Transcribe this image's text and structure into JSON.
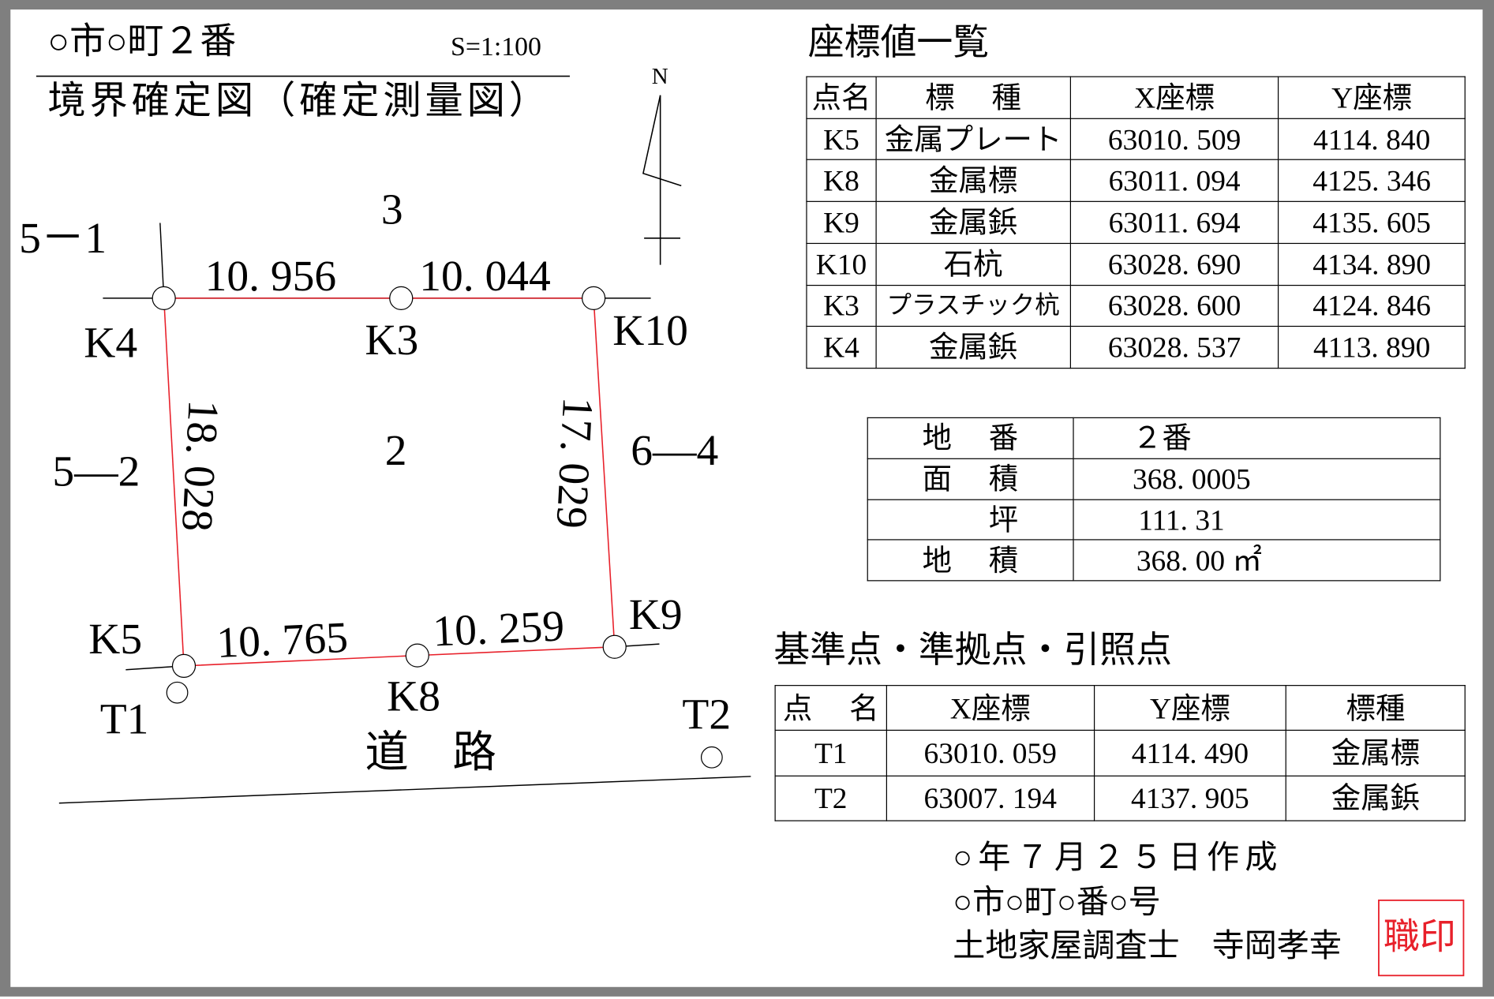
{
  "header": {
    "title": "○市○町２番",
    "scale": "S=1:100",
    "subtitle": "境界確定図（確定測量図）"
  },
  "north_label": "N",
  "plot": {
    "lots": {
      "north": "3",
      "west_upper": "5－1",
      "west": "5—2",
      "east": "6—4",
      "center": "2",
      "road": "道　路"
    },
    "points": {
      "K4": "K4",
      "K3": "K3",
      "K10": "K10",
      "K9": "K9",
      "K8": "K8",
      "K5": "K5",
      "T1": "T1",
      "T2": "T2"
    },
    "distances": {
      "k4_k3": "10. 956",
      "k3_k10": "10. 044",
      "k5_k8": "10. 765",
      "k8_k9": "10. 259",
      "k4_k5": "18. 028",
      "k10_k9": "17. 029"
    }
  },
  "coord_table": {
    "title": "座標値一覧",
    "headers": [
      "点名",
      "標　 種",
      "X座標",
      "Y座標"
    ],
    "rows": [
      [
        "K5",
        "金属プレート",
        "63010. 509",
        "4114. 840"
      ],
      [
        "K8",
        "金属標",
        "63011. 094",
        "4125. 346"
      ],
      [
        "K9",
        "金属鋲",
        "63011. 694",
        "4135. 605"
      ],
      [
        "K10",
        "石杭",
        "63028. 690",
        "4134. 890"
      ],
      [
        "K3",
        "プラスチック杭",
        "63028. 600",
        "4124. 846"
      ],
      [
        "K4",
        "金属鋲",
        "63028. 537",
        "4113. 890"
      ]
    ]
  },
  "area_table": {
    "rows": [
      [
        "地　 番",
        "２番"
      ],
      [
        "面　 積",
        "368. 0005"
      ],
      [
        "　　 坪",
        "111. 31"
      ],
      [
        "地　 積",
        "368. 00 ㎡"
      ]
    ]
  },
  "ref_table": {
    "title": "基準点・準拠点・引照点",
    "headers": [
      "点　 名",
      "X座標",
      "Y座標",
      "標種"
    ],
    "rows": [
      [
        "T1",
        "63010. 059",
        "4114. 490",
        "金属標"
      ],
      [
        "T2",
        "63007. 194",
        "4137. 905",
        "金属鋲"
      ]
    ]
  },
  "footer": {
    "date": "○年７月２５日作成",
    "address": "○市○町○番○号",
    "surveyor": "土地家屋調査士　寺岡孝幸",
    "seal": "職印"
  },
  "colors": {
    "boundary": "#e8202a",
    "seal": "#e8202a",
    "frame": "#7f7f7f"
  }
}
